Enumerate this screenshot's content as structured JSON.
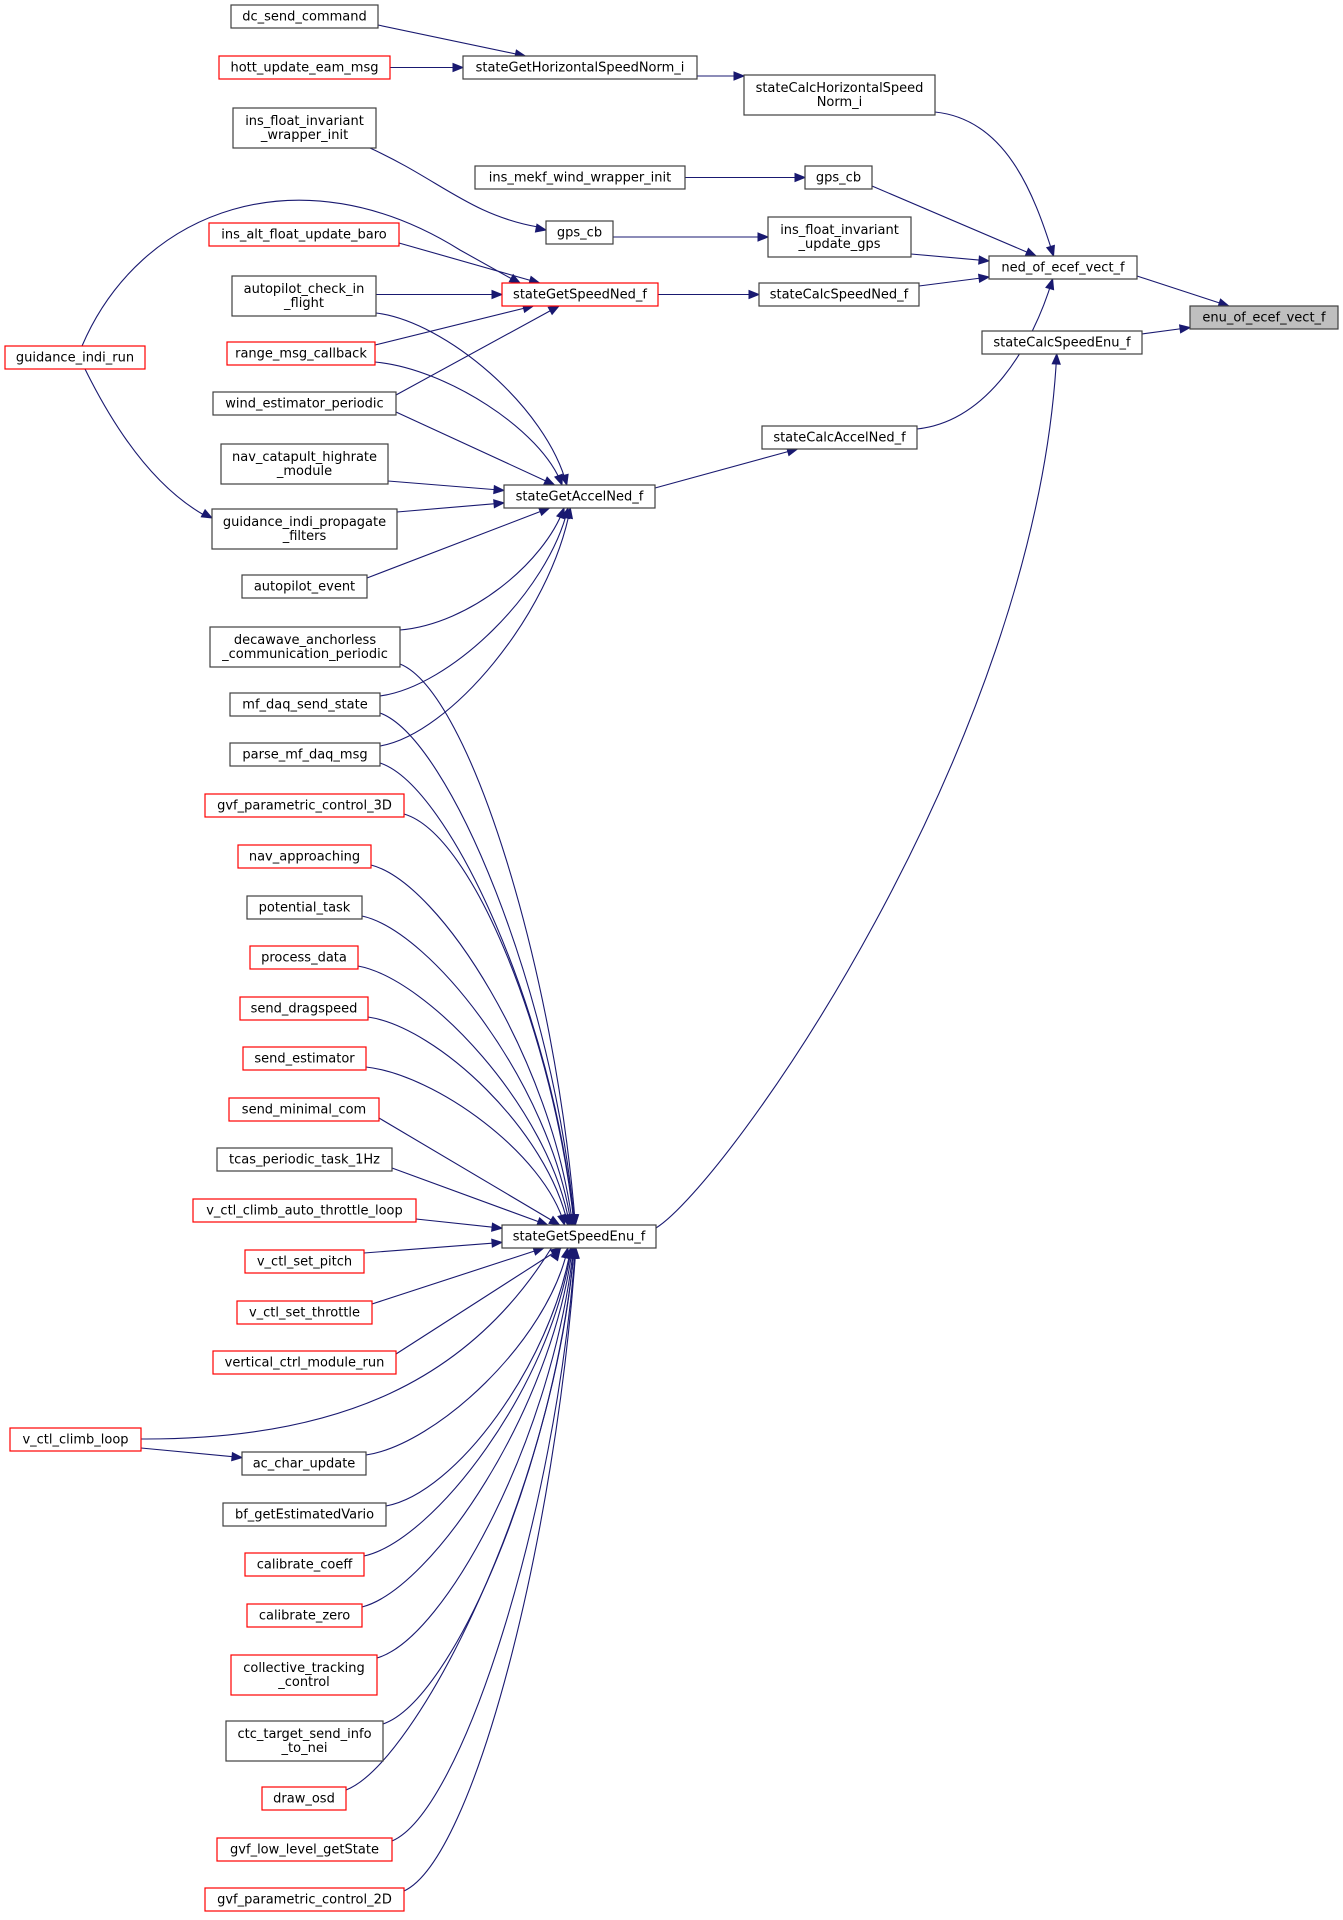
{
  "graph": {
    "title": "enu_of_ecef_vect_f caller graph",
    "colors": {
      "edge": "#191970",
      "node_border": "#404040",
      "node_border_incomplete": "#ff0000",
      "focus_fill": "#bfbfbf"
    },
    "nodes": [
      {
        "id": "enu_of_ecef_vect_f",
        "lines": [
          "enu_of_ecef_vect_f"
        ],
        "style": "focus"
      },
      {
        "id": "ned_of_ecef_vect_f",
        "lines": [
          "ned_of_ecef_vect_f"
        ],
        "style": "normal"
      },
      {
        "id": "stateCalcSpeedEnu_f",
        "lines": [
          "stateCalcSpeedEnu_f"
        ],
        "style": "normal"
      },
      {
        "id": "stateCalcHorizontalSpeedNorm_i",
        "lines": [
          "stateCalcHorizontalSpeed",
          "Norm_i"
        ],
        "style": "normal"
      },
      {
        "id": "gps_cb_a",
        "lines": [
          "gps_cb"
        ],
        "style": "normal"
      },
      {
        "id": "ins_float_invariant_update_gps",
        "lines": [
          "ins_float_invariant",
          "_update_gps"
        ],
        "style": "normal"
      },
      {
        "id": "stateCalcSpeedNed_f",
        "lines": [
          "stateCalcSpeedNed_f"
        ],
        "style": "normal"
      },
      {
        "id": "stateCalcAccelNed_f",
        "lines": [
          "stateCalcAccelNed_f"
        ],
        "style": "normal"
      },
      {
        "id": "stateGetHorizontalSpeedNorm_i",
        "lines": [
          "stateGetHorizontalSpeedNorm_i"
        ],
        "style": "normal"
      },
      {
        "id": "ins_mekf_wind_wrapper_init",
        "lines": [
          "ins_mekf_wind_wrapper_init"
        ],
        "style": "normal"
      },
      {
        "id": "gps_cb_b",
        "lines": [
          "gps_cb"
        ],
        "style": "normal"
      },
      {
        "id": "stateGetSpeedNed_f",
        "lines": [
          "stateGetSpeedNed_f"
        ],
        "style": "red"
      },
      {
        "id": "stateGetAccelNed_f",
        "lines": [
          "stateGetAccelNed_f"
        ],
        "style": "normal"
      },
      {
        "id": "stateGetSpeedEnu_f",
        "lines": [
          "stateGetSpeedEnu_f"
        ],
        "style": "normal"
      },
      {
        "id": "dc_send_command",
        "lines": [
          "dc_send_command"
        ],
        "style": "normal"
      },
      {
        "id": "hott_update_eam_msg",
        "lines": [
          "hott_update_eam_msg"
        ],
        "style": "red"
      },
      {
        "id": "ins_float_invariant_wrapper_init",
        "lines": [
          "ins_float_invariant",
          "_wrapper_init"
        ],
        "style": "normal"
      },
      {
        "id": "ins_alt_float_update_baro",
        "lines": [
          "ins_alt_float_update_baro"
        ],
        "style": "red"
      },
      {
        "id": "autopilot_check_in_flight",
        "lines": [
          "autopilot_check_in",
          "_flight"
        ],
        "style": "normal"
      },
      {
        "id": "range_msg_callback",
        "lines": [
          "range_msg_callback"
        ],
        "style": "red"
      },
      {
        "id": "wind_estimator_periodic",
        "lines": [
          "wind_estimator_periodic"
        ],
        "style": "normal"
      },
      {
        "id": "nav_catapult_highrate_module",
        "lines": [
          "nav_catapult_highrate",
          "_module"
        ],
        "style": "normal"
      },
      {
        "id": "guidance_indi_propagate_filters",
        "lines": [
          "guidance_indi_propagate",
          "_filters"
        ],
        "style": "normal"
      },
      {
        "id": "autopilot_event",
        "lines": [
          "autopilot_event"
        ],
        "style": "normal"
      },
      {
        "id": "decawave_anchorless_communication_periodic",
        "lines": [
          "decawave_anchorless",
          "_communication_periodic"
        ],
        "style": "normal"
      },
      {
        "id": "mf_daq_send_state",
        "lines": [
          "mf_daq_send_state"
        ],
        "style": "normal"
      },
      {
        "id": "parse_mf_daq_msg",
        "lines": [
          "parse_mf_daq_msg"
        ],
        "style": "normal"
      },
      {
        "id": "gvf_parametric_control_3D",
        "lines": [
          "gvf_parametric_control_3D"
        ],
        "style": "red"
      },
      {
        "id": "nav_approaching",
        "lines": [
          "nav_approaching"
        ],
        "style": "red"
      },
      {
        "id": "potential_task",
        "lines": [
          "potential_task"
        ],
        "style": "normal"
      },
      {
        "id": "process_data",
        "lines": [
          "process_data"
        ],
        "style": "red"
      },
      {
        "id": "send_dragspeed",
        "lines": [
          "send_dragspeed"
        ],
        "style": "red"
      },
      {
        "id": "send_estimator",
        "lines": [
          "send_estimator"
        ],
        "style": "red"
      },
      {
        "id": "send_minimal_com",
        "lines": [
          "send_minimal_com"
        ],
        "style": "red"
      },
      {
        "id": "tcas_periodic_task_1Hz",
        "lines": [
          "tcas_periodic_task_1Hz"
        ],
        "style": "normal"
      },
      {
        "id": "v_ctl_climb_auto_throttle_loop",
        "lines": [
          "v_ctl_climb_auto_throttle_loop"
        ],
        "style": "red"
      },
      {
        "id": "v_ctl_set_pitch",
        "lines": [
          "v_ctl_set_pitch"
        ],
        "style": "red"
      },
      {
        "id": "v_ctl_set_throttle",
        "lines": [
          "v_ctl_set_throttle"
        ],
        "style": "red"
      },
      {
        "id": "vertical_ctrl_module_run",
        "lines": [
          "vertical_ctrl_module_run"
        ],
        "style": "red"
      },
      {
        "id": "ac_char_update",
        "lines": [
          "ac_char_update"
        ],
        "style": "normal"
      },
      {
        "id": "bf_getEstimatedVario",
        "lines": [
          "bf_getEstimatedVario"
        ],
        "style": "normal"
      },
      {
        "id": "calibrate_coeff",
        "lines": [
          "calibrate_coeff"
        ],
        "style": "red"
      },
      {
        "id": "calibrate_zero",
        "lines": [
          "calibrate_zero"
        ],
        "style": "red"
      },
      {
        "id": "collective_tracking_control",
        "lines": [
          "collective_tracking",
          "_control"
        ],
        "style": "red"
      },
      {
        "id": "ctc_target_send_info_to_nei",
        "lines": [
          "ctc_target_send_info",
          "_to_nei"
        ],
        "style": "normal"
      },
      {
        "id": "draw_osd",
        "lines": [
          "draw_osd"
        ],
        "style": "red"
      },
      {
        "id": "gvf_low_level_getState",
        "lines": [
          "gvf_low_level_getState"
        ],
        "style": "red"
      },
      {
        "id": "gvf_parametric_control_2D",
        "lines": [
          "gvf_parametric_control_2D"
        ],
        "style": "red"
      },
      {
        "id": "guidance_indi_run",
        "lines": [
          "guidance_indi_run"
        ],
        "style": "red"
      },
      {
        "id": "v_ctl_climb_loop",
        "lines": [
          "v_ctl_climb_loop"
        ],
        "style": "red"
      }
    ],
    "edges": [
      {
        "from": "ned_of_ecef_vect_f",
        "to": "enu_of_ecef_vect_f"
      },
      {
        "from": "stateCalcSpeedEnu_f",
        "to": "enu_of_ecef_vect_f"
      },
      {
        "from": "stateCalcHorizontalSpeedNorm_i",
        "to": "ned_of_ecef_vect_f"
      },
      {
        "from": "gps_cb_a",
        "to": "ned_of_ecef_vect_f"
      },
      {
        "from": "ins_float_invariant_update_gps",
        "to": "ned_of_ecef_vect_f"
      },
      {
        "from": "stateCalcSpeedNed_f",
        "to": "ned_of_ecef_vect_f"
      },
      {
        "from": "stateCalcAccelNed_f",
        "to": "ned_of_ecef_vect_f"
      },
      {
        "from": "stateGetHorizontalSpeedNorm_i",
        "to": "stateCalcHorizontalSpeedNorm_i"
      },
      {
        "from": "ins_mekf_wind_wrapper_init",
        "to": "gps_cb_a"
      },
      {
        "from": "gps_cb_b",
        "to": "ins_float_invariant_update_gps"
      },
      {
        "from": "stateGetSpeedNed_f",
        "to": "stateCalcSpeedNed_f"
      },
      {
        "from": "stateGetAccelNed_f",
        "to": "stateCalcAccelNed_f"
      },
      {
        "from": "stateGetSpeedEnu_f",
        "to": "stateCalcSpeedEnu_f"
      },
      {
        "from": "dc_send_command",
        "to": "stateGetHorizontalSpeedNorm_i"
      },
      {
        "from": "hott_update_eam_msg",
        "to": "stateGetHorizontalSpeedNorm_i"
      },
      {
        "from": "ins_float_invariant_wrapper_init",
        "to": "gps_cb_b"
      },
      {
        "from": "guidance_indi_run",
        "to": "stateGetSpeedNed_f"
      },
      {
        "from": "ins_alt_float_update_baro",
        "to": "stateGetSpeedNed_f"
      },
      {
        "from": "autopilot_check_in_flight",
        "to": "stateGetSpeedNed_f"
      },
      {
        "from": "range_msg_callback",
        "to": "stateGetSpeedNed_f"
      },
      {
        "from": "wind_estimator_periodic",
        "to": "stateGetSpeedNed_f"
      },
      {
        "from": "autopilot_check_in_flight",
        "to": "stateGetAccelNed_f"
      },
      {
        "from": "range_msg_callback",
        "to": "stateGetAccelNed_f"
      },
      {
        "from": "wind_estimator_periodic",
        "to": "stateGetAccelNed_f"
      },
      {
        "from": "nav_catapult_highrate_module",
        "to": "stateGetAccelNed_f"
      },
      {
        "from": "guidance_indi_propagate_filters",
        "to": "stateGetAccelNed_f"
      },
      {
        "from": "autopilot_event",
        "to": "stateGetAccelNed_f"
      },
      {
        "from": "decawave_anchorless_communication_periodic",
        "to": "stateGetAccelNed_f"
      },
      {
        "from": "mf_daq_send_state",
        "to": "stateGetAccelNed_f"
      },
      {
        "from": "parse_mf_daq_msg",
        "to": "stateGetAccelNed_f"
      },
      {
        "from": "guidance_indi_run",
        "to": "guidance_indi_propagate_filters"
      },
      {
        "from": "decawave_anchorless_communication_periodic",
        "to": "stateGetSpeedEnu_f"
      },
      {
        "from": "mf_daq_send_state",
        "to": "stateGetSpeedEnu_f"
      },
      {
        "from": "parse_mf_daq_msg",
        "to": "stateGetSpeedEnu_f"
      },
      {
        "from": "gvf_parametric_control_3D",
        "to": "stateGetSpeedEnu_f"
      },
      {
        "from": "nav_approaching",
        "to": "stateGetSpeedEnu_f"
      },
      {
        "from": "potential_task",
        "to": "stateGetSpeedEnu_f"
      },
      {
        "from": "process_data",
        "to": "stateGetSpeedEnu_f"
      },
      {
        "from": "send_dragspeed",
        "to": "stateGetSpeedEnu_f"
      },
      {
        "from": "send_estimator",
        "to": "stateGetSpeedEnu_f"
      },
      {
        "from": "send_minimal_com",
        "to": "stateGetSpeedEnu_f"
      },
      {
        "from": "tcas_periodic_task_1Hz",
        "to": "stateGetSpeedEnu_f"
      },
      {
        "from": "v_ctl_climb_auto_throttle_loop",
        "to": "stateGetSpeedEnu_f"
      },
      {
        "from": "v_ctl_set_pitch",
        "to": "stateGetSpeedEnu_f"
      },
      {
        "from": "v_ctl_set_throttle",
        "to": "stateGetSpeedEnu_f"
      },
      {
        "from": "vertical_ctrl_module_run",
        "to": "stateGetSpeedEnu_f"
      },
      {
        "from": "v_ctl_climb_loop",
        "to": "stateGetSpeedEnu_f"
      },
      {
        "from": "v_ctl_climb_loop",
        "to": "ac_char_update"
      },
      {
        "from": "ac_char_update",
        "to": "stateGetSpeedEnu_f"
      },
      {
        "from": "bf_getEstimatedVario",
        "to": "stateGetSpeedEnu_f"
      },
      {
        "from": "calibrate_coeff",
        "to": "stateGetSpeedEnu_f"
      },
      {
        "from": "calibrate_zero",
        "to": "stateGetSpeedEnu_f"
      },
      {
        "from": "collective_tracking_control",
        "to": "stateGetSpeedEnu_f"
      },
      {
        "from": "ctc_target_send_info_to_nei",
        "to": "stateGetSpeedEnu_f"
      },
      {
        "from": "draw_osd",
        "to": "stateGetSpeedEnu_f"
      },
      {
        "from": "gvf_low_level_getState",
        "to": "stateGetSpeedEnu_f"
      },
      {
        "from": "gvf_parametric_control_2D",
        "to": "stateGetSpeedEnu_f"
      }
    ]
  }
}
